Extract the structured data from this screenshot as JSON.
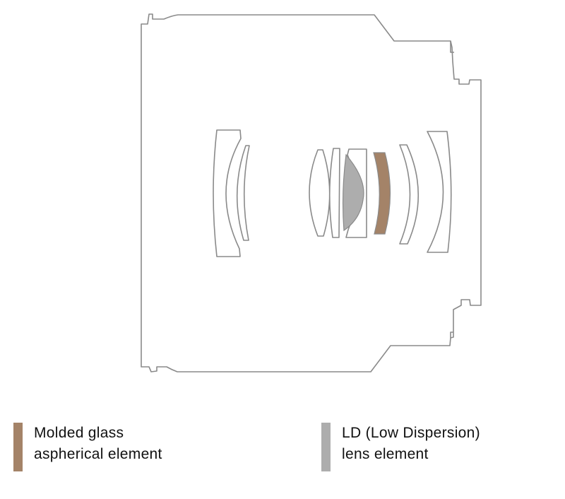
{
  "colors": {
    "outline": "#8a8a8a",
    "molded_aspherical": "#a48368",
    "ld": "#adadad",
    "lens_fill": "#ffffff"
  },
  "legend": [
    {
      "id": "molded-glass-aspherical",
      "line1": "Molded glass",
      "line2": "aspherical element",
      "color": "#a48368"
    },
    {
      "id": "ld-low-dispersion",
      "line1": "LD (Low Dispersion)",
      "line2": "lens element",
      "color": "#adadad"
    }
  ]
}
